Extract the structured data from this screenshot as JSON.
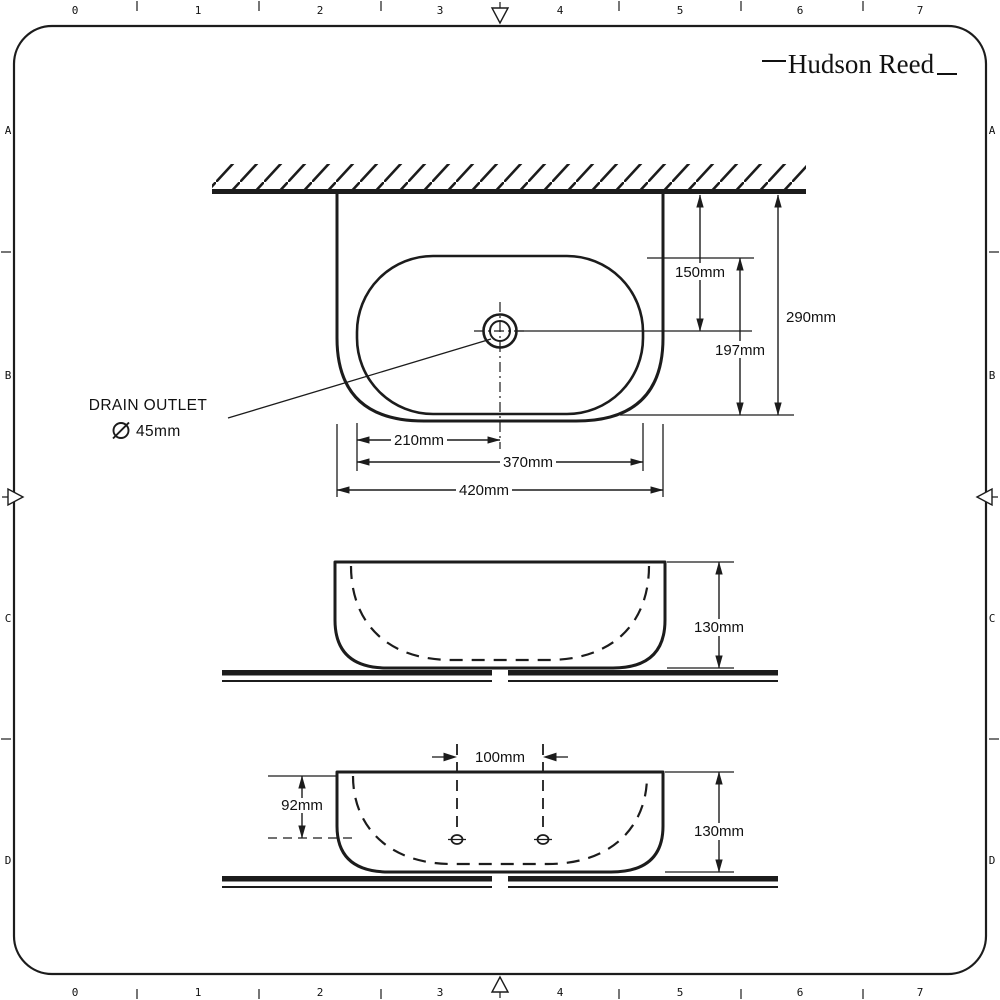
{
  "brand": {
    "logo": "Hudson Reed"
  },
  "frame": {
    "columns": [
      "0",
      "1",
      "2",
      "3",
      "4",
      "5",
      "6",
      "7"
    ],
    "rows": [
      "A",
      "B",
      "C",
      "D"
    ]
  },
  "views": {
    "top": {
      "drain_label": "DRAIN OUTLET",
      "drain_diameter": "45mm",
      "dim_wall_to_drain": "150mm",
      "dim_overall_depth": "290mm",
      "dim_bowl_depth": "197mm",
      "dim_left_to_drain": "210mm",
      "dim_bowl_width": "370mm",
      "dim_overall_width": "420mm"
    },
    "front": {
      "dim_height": "130mm"
    },
    "side": {
      "dim_hole_spacing": "100mm",
      "dim_hole_height": "92mm",
      "dim_height": "130mm"
    }
  }
}
